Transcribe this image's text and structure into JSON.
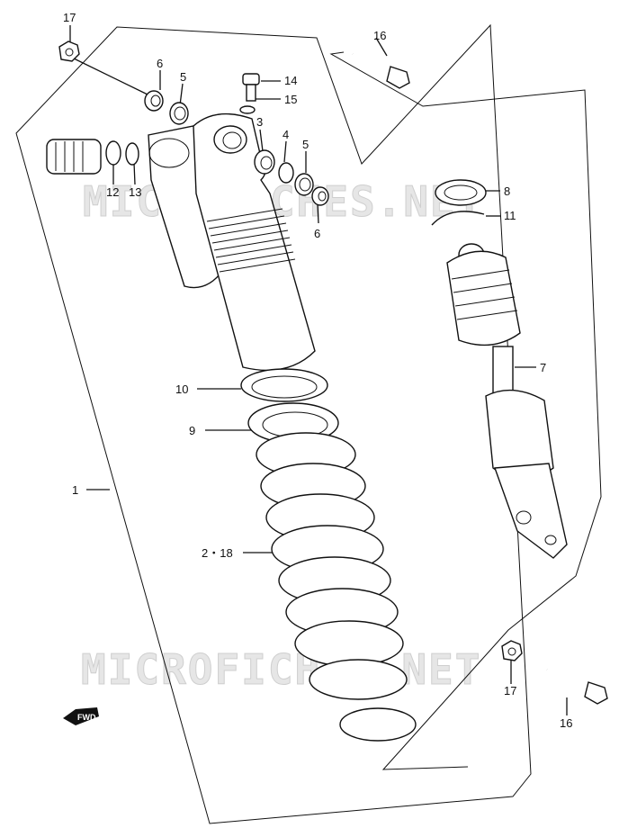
{
  "watermarks": [
    "MICROFICHES.NET",
    "MICROFICHES.NET"
  ],
  "fwd_label": "FWD",
  "callouts": [
    {
      "id": "c1",
      "text": "1"
    },
    {
      "id": "c2",
      "text": "2・18"
    },
    {
      "id": "c3",
      "text": "3"
    },
    {
      "id": "c4",
      "text": "4"
    },
    {
      "id": "c5a",
      "text": "5"
    },
    {
      "id": "c5b",
      "text": "5"
    },
    {
      "id": "c6a",
      "text": "6"
    },
    {
      "id": "c6b",
      "text": "6"
    },
    {
      "id": "c7",
      "text": "7"
    },
    {
      "id": "c8",
      "text": "8"
    },
    {
      "id": "c9",
      "text": "9"
    },
    {
      "id": "c10",
      "text": "10"
    },
    {
      "id": "c11",
      "text": "11"
    },
    {
      "id": "c12",
      "text": "12"
    },
    {
      "id": "c13",
      "text": "13"
    },
    {
      "id": "c14",
      "text": "14"
    },
    {
      "id": "c15",
      "text": "15"
    },
    {
      "id": "c16a",
      "text": "16"
    },
    {
      "id": "c16b",
      "text": "16"
    },
    {
      "id": "c17a",
      "text": "17"
    },
    {
      "id": "c17b",
      "text": "17"
    }
  ]
}
